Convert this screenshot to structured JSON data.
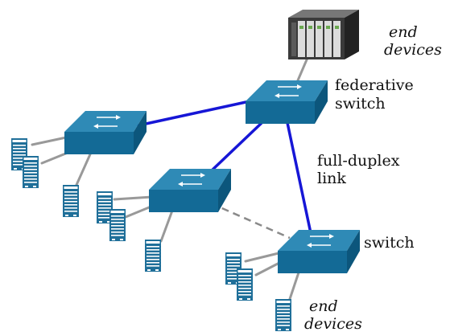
{
  "labels": {
    "end_devices_top_1": "end",
    "end_devices_top_2": "devices",
    "federative_1": "federative",
    "federative_2": "switch",
    "full_duplex_1": "full-duplex",
    "full_duplex_2": "link",
    "switch": "switch",
    "end_devices_bottom_1": "end",
    "end_devices_bottom_2": "devices"
  },
  "colors": {
    "switch_top": "#2f8ab6",
    "switch_front": "#136a96",
    "switch_side": "#0c567c",
    "server": "#1f6f99",
    "full_duplex_link": "#1616d6",
    "device_link": "#999999",
    "dashed_link": "#8a8a8a",
    "plc_body": "#3a3a3a"
  }
}
